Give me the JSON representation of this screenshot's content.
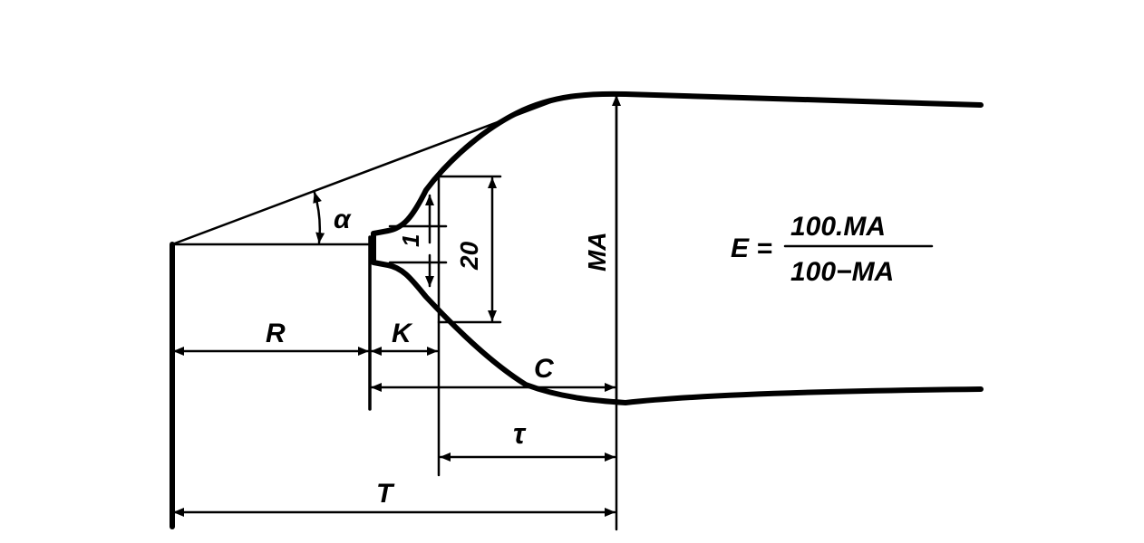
{
  "labels": {
    "alpha": "α",
    "r": "R",
    "k": "K",
    "c": "C",
    "tau": "τ",
    "t": "T",
    "ma": "MA",
    "one": "1",
    "twenty": "20"
  },
  "formula": {
    "lhs": "E =",
    "numerator": "100.MA",
    "denominator": "100−MA"
  }
}
